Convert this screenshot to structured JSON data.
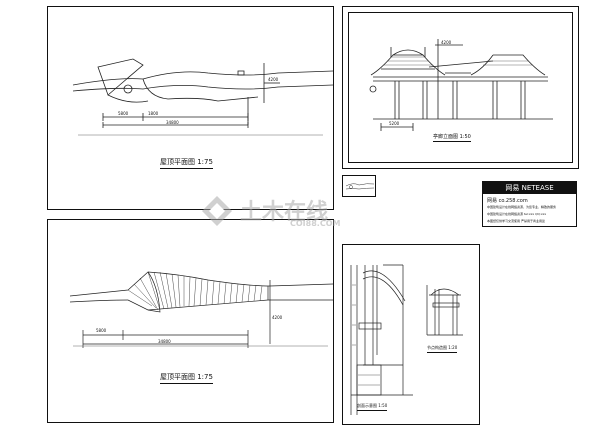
{
  "sheets": {
    "top_left": {
      "title": "屋顶平面图 1:75"
    },
    "bottom_left": {
      "title": "屋顶平面图 1:75"
    },
    "right_top": {
      "title": "亭廊立面图 1:50"
    },
    "right_bottom_a": {
      "title": "剖面示意图 1:50"
    },
    "right_bottom_b": {
      "title": "节点构造图 1:20"
    }
  },
  "dimensions": {
    "tl_total": "34800",
    "tl_left": "5800",
    "tl_small": "1800",
    "tl_height": "4200",
    "bl_total": "34800",
    "bl_left": "5800",
    "bl_height": "4200",
    "rt_width": "5200",
    "rt_height": "4200"
  },
  "stamp": {
    "header": "网易 NETEASE",
    "line1": "网易 co.258.com",
    "line2": "中国建筑设计在线网络资源，为您专业、精致的服务",
    "line3": "中国建筑设计在线网络资源 tel:xxx QQ:xxx",
    "line4": "本图纸仅供学习交流使用 严禁用于商业用途"
  },
  "watermark": {
    "text": "土木在线",
    "sub": "COI88.COM"
  }
}
